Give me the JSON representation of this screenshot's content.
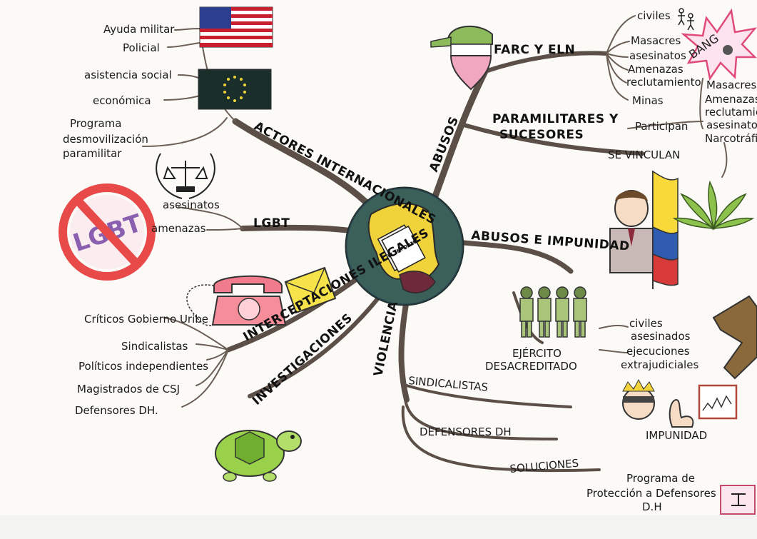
{
  "center": {
    "badge_text": "EL INFORME"
  },
  "branches": {
    "actores_internacionales": "ACTORES INTERNACIONALES",
    "lgbt": "LGBT",
    "interceptaciones": "INTERCEPTACIONES ILEGALES",
    "investigaciones": "INVESTIGACIONES",
    "violencia": "VIOLENCIA",
    "abusos": "ABUSOS",
    "abusos_impunidad": "ABUSOS E IMPUNIDAD",
    "farc": "FARC Y ELN",
    "paramilitares_1": "PARAMILITARES Y",
    "paramilitares_2": "SUCESORES",
    "sindicalistas": "SINDICALISTAS",
    "defensores": "DEFENSORES DH",
    "soluciones": "SOLUCIONES",
    "ejercito_1": "EJÉRCITO",
    "ejercito_2": "DESACREDITADO",
    "impunidad": "IMPUNIDAD"
  },
  "labels": {
    "ayuda_militar": "Ayuda militar",
    "policial": "Policial",
    "asistencia_social": "asistencia social",
    "economica": "económica",
    "programa_1": "Programa",
    "programa_2": "desmovilización",
    "programa_3": "paramilitar",
    "asesinatos_lgbt": "asesinatos",
    "amenazas_lgbt": "amenazas",
    "criticos": "Críticos Gobierno Uribe",
    "sindicalistas_int": "Sindicalistas",
    "politicos": "Políticos independientes",
    "magistrados": "Magistrados de CSJ",
    "defensores_int": "Defensores DH.",
    "civiles": "civiles",
    "masacres": "Masacres",
    "asesinatos": "asesinatos",
    "amenazas": "Amenazas",
    "reclutamiento": "reclutamiento",
    "minas": "Minas",
    "participan": "Participan",
    "se_vinculan": "SE VINCULAN",
    "para_masacres": "Masacres",
    "para_amenazas": "Amenazas",
    "para_reclutamiento": "reclutamiento",
    "para_asesinatos": "asesinatos",
    "narcotrafico": "Narcotráfico",
    "civiles_asesinados_1": "civiles",
    "civiles_asesinados_2": "asesinados",
    "ejecuciones_1": "ejecuciones",
    "ejecuciones_2": "extrajudiciales",
    "proteccion_1": "Programa de",
    "proteccion_2": "Protección a Defensores",
    "proteccion_3": "D.H",
    "bang": "BANG",
    "lgbt_sign": "LGBT"
  }
}
